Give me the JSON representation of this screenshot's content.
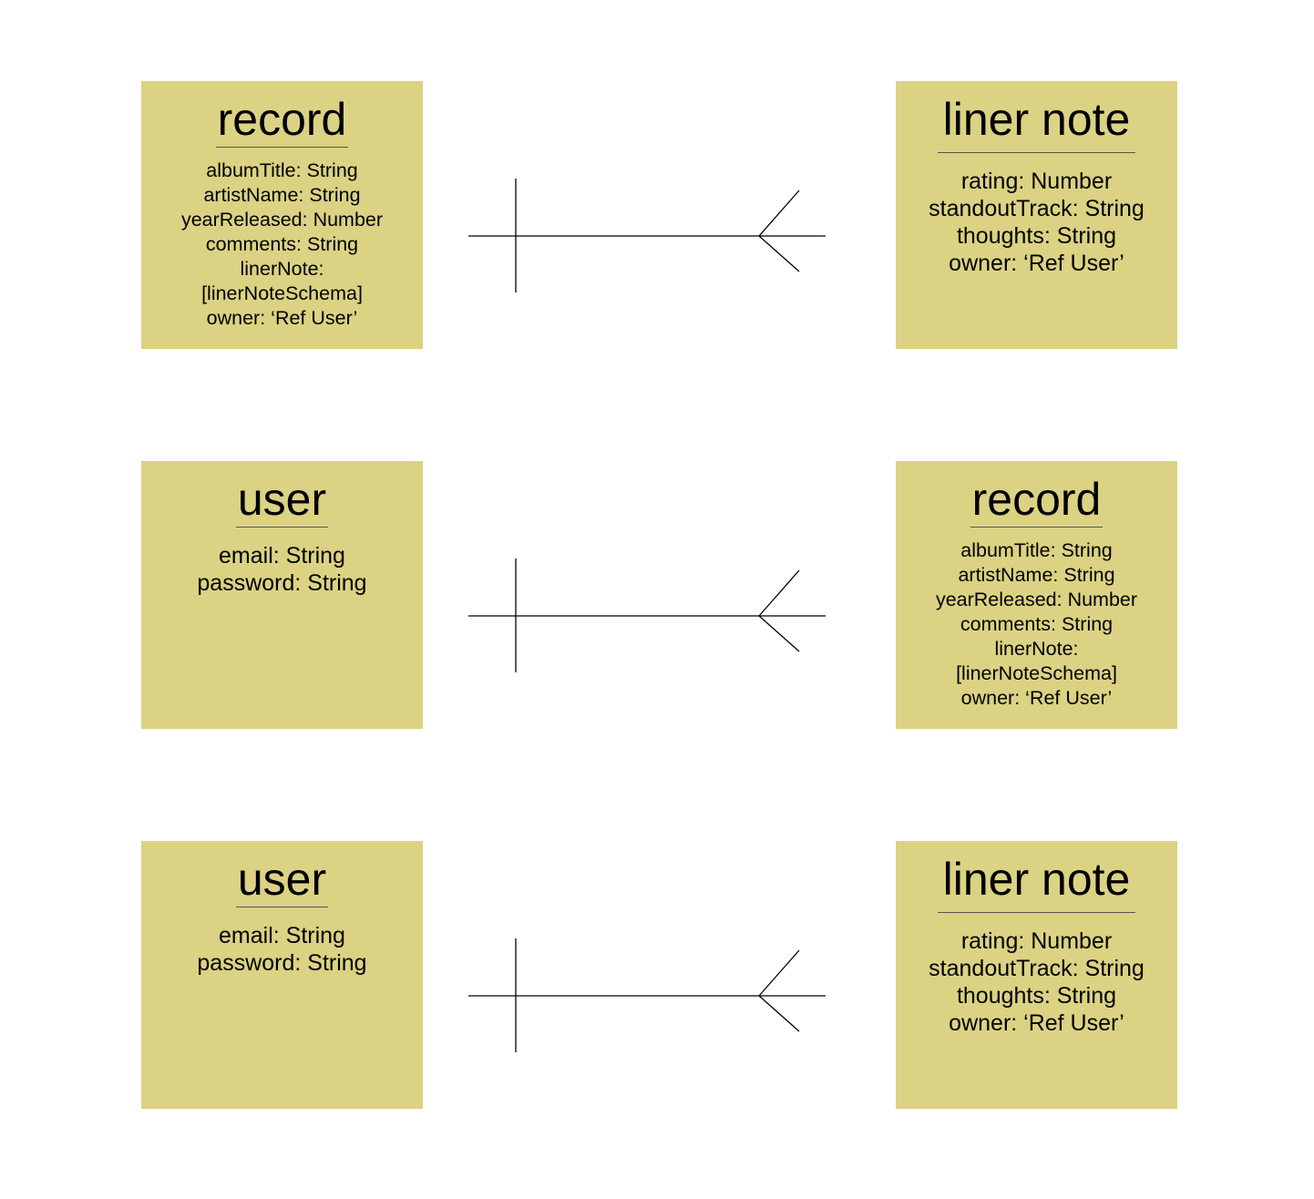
{
  "colors": {
    "entity_fill": "#dbd283",
    "line": "#000000"
  },
  "relationship_notation": "crow's-foot one-to-many",
  "entities": [
    {
      "title": "record",
      "attributes": [
        "albumTitle: String",
        "artistName: String",
        "yearReleased: Number",
        "comments: String",
        "linerNote:",
        "[linerNoteSchema]",
        "owner: ‘Ref User’"
      ]
    },
    {
      "title": "liner note",
      "attributes": [
        "rating: Number",
        "standoutTrack: String",
        "thoughts: String",
        "owner: ‘Ref User’"
      ]
    },
    {
      "title": "user",
      "attributes": [
        "email: String",
        "password: String"
      ]
    },
    {
      "title": "record",
      "attributes": [
        "albumTitle: String",
        "artistName: String",
        "yearReleased: Number",
        "comments: String",
        "linerNote:",
        "[linerNoteSchema]",
        "owner: ‘Ref User’"
      ]
    },
    {
      "title": "user",
      "attributes": [
        "email: String",
        "password: String"
      ]
    },
    {
      "title": "liner note",
      "attributes": [
        "rating: Number",
        "standoutTrack: String",
        "thoughts: String",
        "owner: ‘Ref User’"
      ]
    }
  ],
  "relationships": [
    {
      "from": "record",
      "to": "liner note",
      "from_end": "one",
      "to_end": "many"
    },
    {
      "from": "user",
      "to": "record",
      "from_end": "one",
      "to_end": "many"
    },
    {
      "from": "user",
      "to": "liner note",
      "from_end": "one",
      "to_end": "many"
    }
  ]
}
